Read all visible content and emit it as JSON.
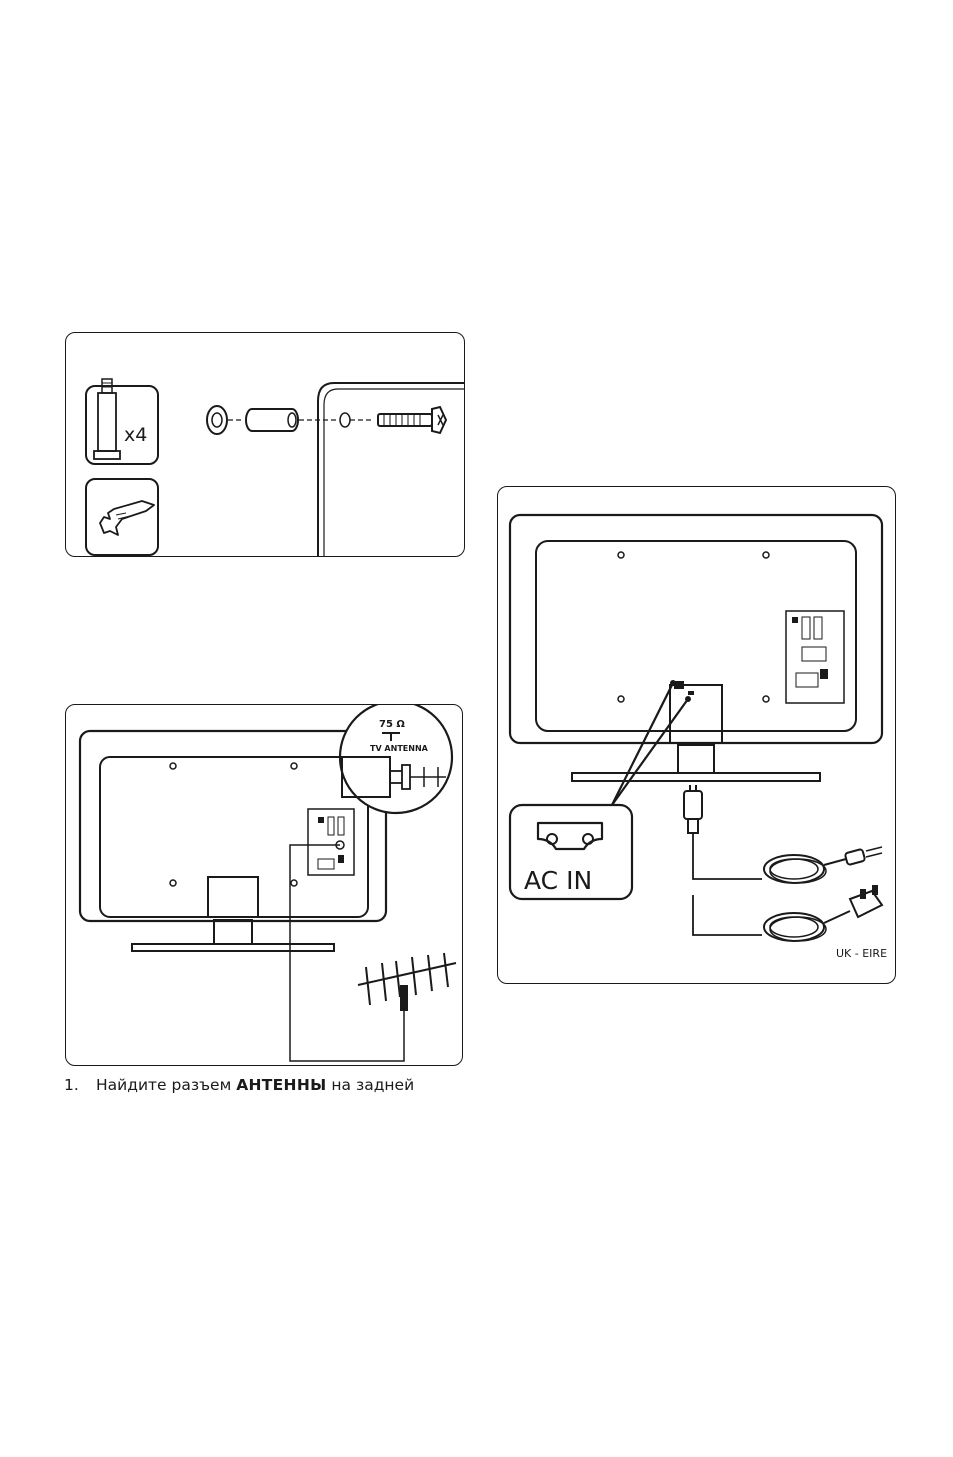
{
  "hardware_panel": {
    "screw_count": "x4"
  },
  "antenna_panel": {
    "impedance_label": "75 Ω",
    "connector_label": "TV ANTENNA"
  },
  "power_panel": {
    "socket_label": "AC IN",
    "region_label": "UK - EIRE"
  },
  "instruction": {
    "number": "1.",
    "text_before": "Найдите разъем",
    "text_bold": "АНТЕННЫ",
    "text_after": "на задней"
  }
}
